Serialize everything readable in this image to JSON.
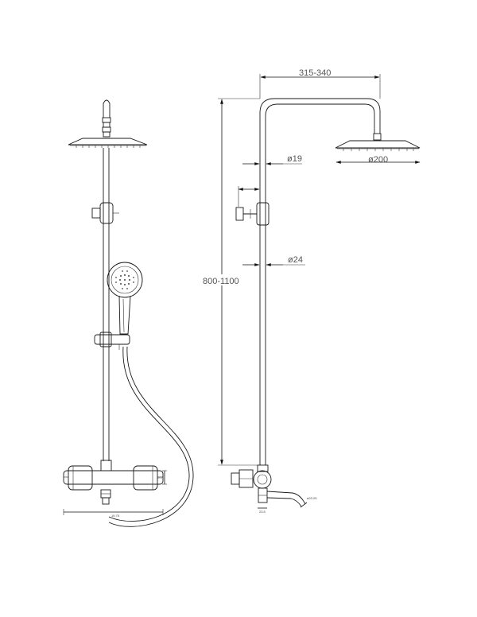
{
  "dimensions": {
    "arm_reach": "315-340",
    "pipe_diameter_upper": "ø19",
    "head_diameter": "ø200",
    "pipe_diameter_lower": "ø24",
    "total_height": "800-1100",
    "small_body_height": "207",
    "small_body_width": "19.75",
    "small_spout_width": "23.5",
    "small_spout_label": "ø23.25"
  }
}
